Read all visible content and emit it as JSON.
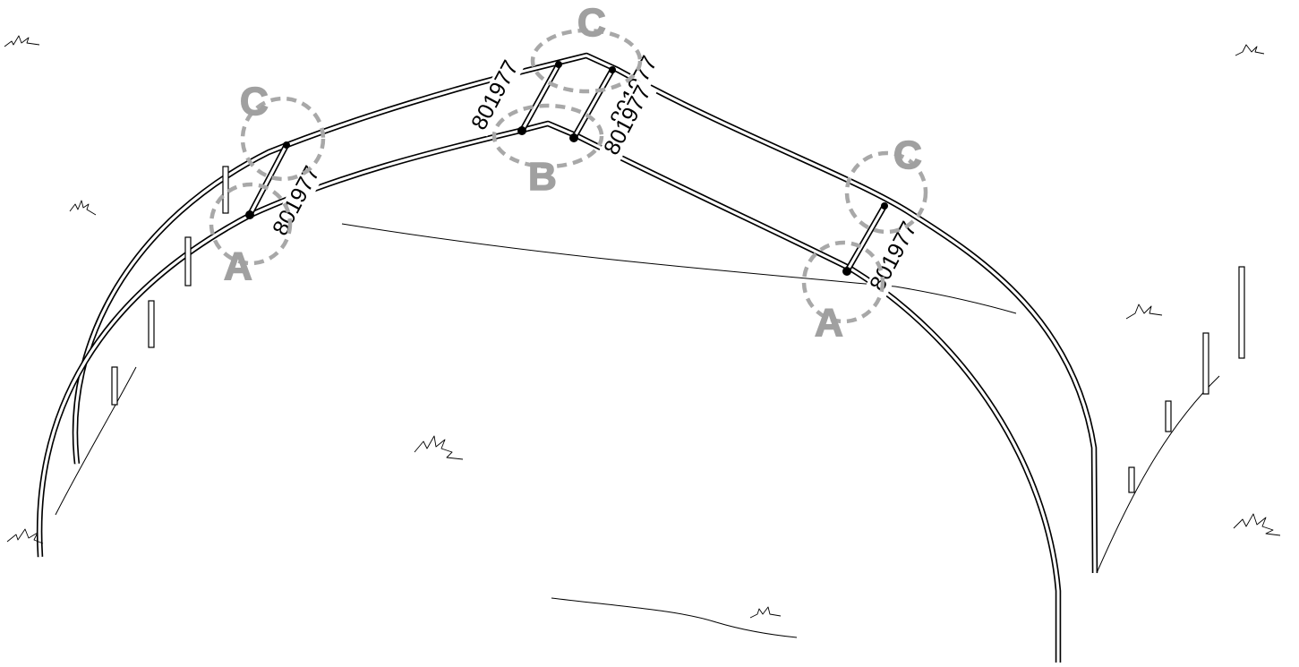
{
  "diagram": {
    "callouts": [
      {
        "id": "c-left",
        "letter": "C"
      },
      {
        "id": "a-left",
        "letter": "A"
      },
      {
        "id": "c-top",
        "letter": "C"
      },
      {
        "id": "b-top",
        "letter": "B"
      },
      {
        "id": "c-right",
        "letter": "C"
      },
      {
        "id": "a-right",
        "letter": "A"
      }
    ],
    "part_labels": [
      {
        "id": "part-left",
        "text": "801977"
      },
      {
        "id": "part-top-left",
        "text": "801977"
      },
      {
        "id": "part-top-right-1",
        "text": "801977"
      },
      {
        "id": "part-top-right-2",
        "text": "801977"
      },
      {
        "id": "part-right",
        "text": "801977"
      }
    ],
    "colors": {
      "lines": "#000000",
      "callouts": "#a0a0a0",
      "background": "#ffffff"
    }
  }
}
